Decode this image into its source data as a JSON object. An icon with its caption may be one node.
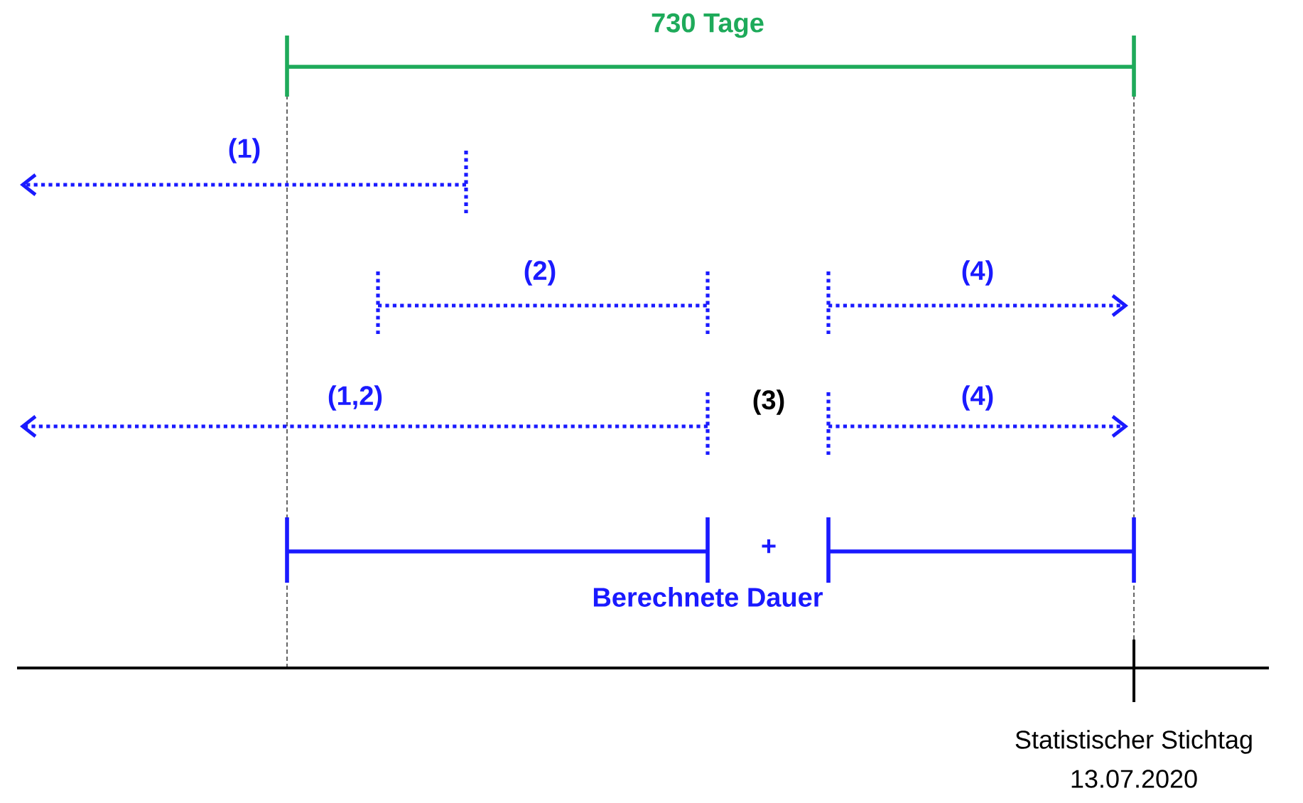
{
  "diagram": {
    "labels": [
      "730 Tage",
      "(1)",
      "(2)",
      "(4)",
      "(1,2)",
      "(3)",
      "(4)",
      "+",
      "Berechnete Dauer",
      "Statistischer Stichtag",
      "13.07.2020"
    ]
  }
}
